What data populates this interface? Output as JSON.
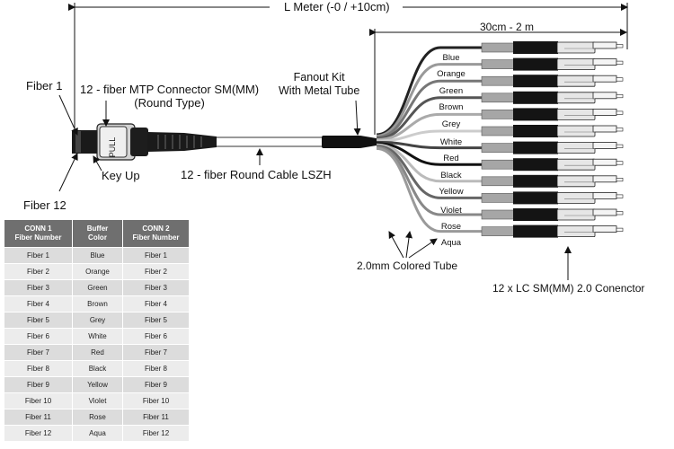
{
  "dimension_label": "L Meter (-0 / +10cm)",
  "breakout_label": "30cm - 2 m",
  "fiber1_label": "Fiber 1",
  "fiber12_label": "Fiber 12",
  "mtp_label_line1": "12 - fiber MTP Connector SM(MM)",
  "mtp_label_line2": "(Round Type)",
  "pull_text": "PULL",
  "key_up_label": "Key Up",
  "cable_label": "12 - fiber Round Cable LSZH",
  "fanout_line1": "Fanout Kit",
  "fanout_line2": "With Metal Tube",
  "tube_label": "2.0mm Colored Tube",
  "lc_label": "12 x LC SM(MM) 2.0 Conenctor",
  "fiber_colors": [
    "Blue",
    "Orange",
    "Green",
    "Brown",
    "Grey",
    "White",
    "Red",
    "Black",
    "Yellow",
    "Violet",
    "Rose",
    "Aqua"
  ],
  "table": {
    "headers": [
      [
        "CONN 1",
        "Fiber Number"
      ],
      [
        "Buffer",
        "Color"
      ],
      [
        "CONN 2",
        "Fiber Number"
      ]
    ],
    "rows": [
      [
        "Fiber 1",
        "Blue",
        "Fiber 1"
      ],
      [
        "Fiber 2",
        "Orange",
        "Fiber 2"
      ],
      [
        "Fiber 3",
        "Green",
        "Fiber 3"
      ],
      [
        "Fiber 4",
        "Brown",
        "Fiber 4"
      ],
      [
        "Fiber 5",
        "Grey",
        "Fiber 5"
      ],
      [
        "Fiber 6",
        "White",
        "Fiber 6"
      ],
      [
        "Fiber 7",
        "Red",
        "Fiber 7"
      ],
      [
        "Fiber 8",
        "Black",
        "Fiber 8"
      ],
      [
        "Fiber 9",
        "Yellow",
        "Fiber 9"
      ],
      [
        "Fiber 10",
        "Violet",
        "Fiber 10"
      ],
      [
        "Fiber 11",
        "Rose",
        "Fiber 11"
      ],
      [
        "Fiber 12",
        "Aqua",
        "Fiber 12"
      ]
    ]
  }
}
